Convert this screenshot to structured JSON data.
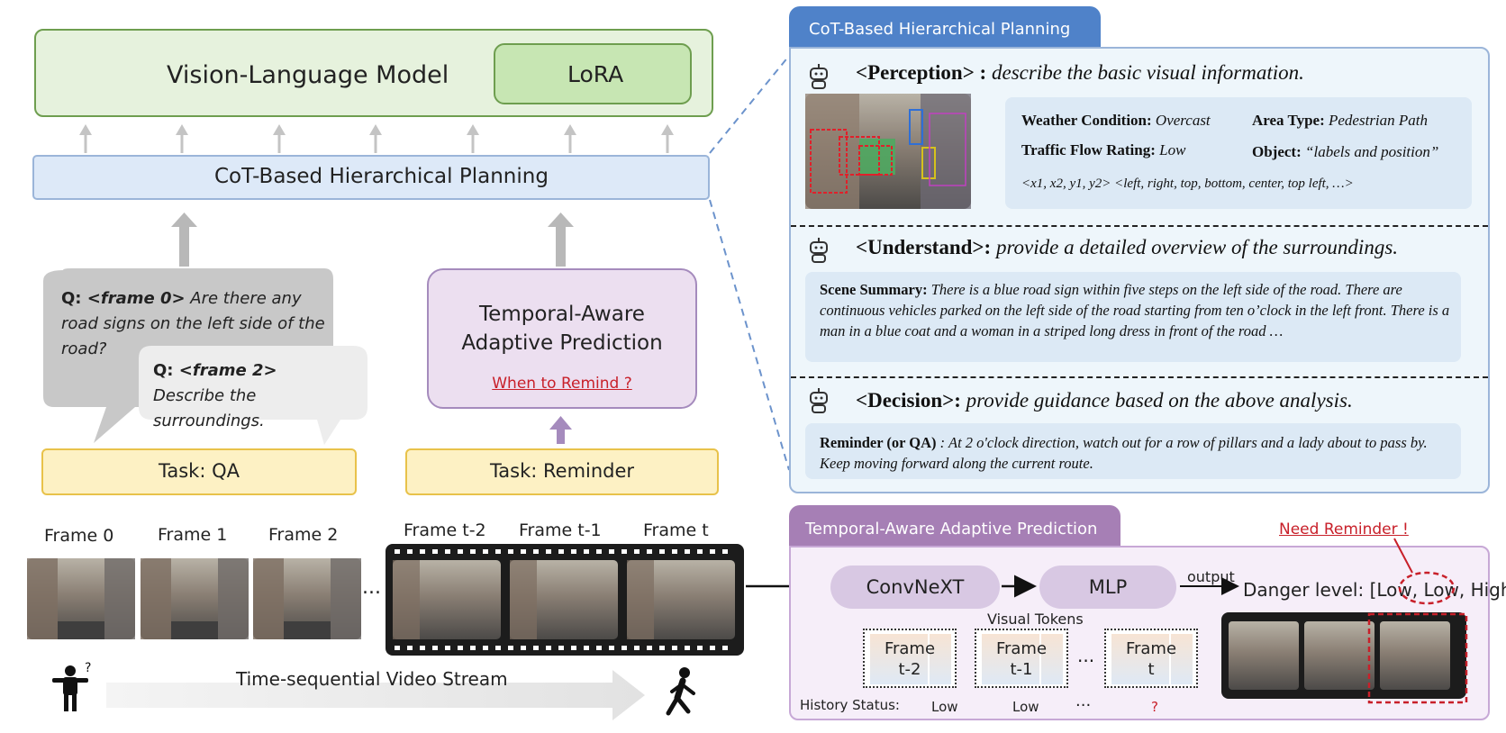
{
  "colors": {
    "vlm_fill": "#e6f2dd",
    "cot_bar_fill": "#dde9f8",
    "task_fill": "#fdf1c4",
    "temporal_fill": "#ecdff0",
    "cot_tab": "#4f82c9",
    "temporal_tab": "#a67fb5",
    "warning_red": "#c8202a"
  },
  "icons": [
    "robot-icon",
    "snowflake-icon",
    "fire-icon",
    "person-question-icon",
    "walking-person-icon",
    "small-robot-icon"
  ],
  "left": {
    "vlm_title": "Vision-Language Model",
    "lora_label": "LoRA",
    "cot_bar_label": "CoT-Based Hierarchical Planning",
    "qa1": {
      "prefix": "Q: ",
      "frame": "<frame 0>",
      "text": " Are there any road signs on the left side of the road?"
    },
    "qa2": {
      "prefix": "Q: ",
      "frame": "<frame 2>",
      "text": " Describe the surroundings."
    },
    "temporal_line1": "Temporal-Aware",
    "temporal_line2": "Adaptive Prediction",
    "temporal_link": "When to Remind ?",
    "task_qa": "Task: QA",
    "task_reminder": "Task: Reminder",
    "frames": [
      "Frame 0",
      "Frame 1",
      "Frame 2"
    ],
    "ellipsis": "...",
    "film_frames": [
      "Frame t-2",
      "Frame t-1",
      "Frame t"
    ],
    "stream_label": "Time-sequential Video Stream",
    "question_mark": "?"
  },
  "cot_panel": {
    "tab_label": "CoT-Based Hierarchical Planning",
    "perception": {
      "tag": "<Perception> :",
      "desc": " describe the basic visual information.",
      "weather_key": "Weather Condition:",
      "weather_val": " Overcast",
      "area_key": "Area Type:",
      "area_val": " Pedestrian Path",
      "traffic_key": "Traffic Flow Rating:",
      "traffic_val": " Low",
      "object_key": "Object:",
      "object_val": " “labels and position”",
      "coords": "<x1, x2, y1, y2> <left, right, top, bottom, center, top left, …>"
    },
    "understand": {
      "tag": "<Understand>:",
      "desc": " provide a detailed overview of the surroundings.",
      "summary_key": "Scene Summary:",
      "summary_val": " There is a blue road sign within five steps on the left side of the road. There are continuous vehicles parked on the left side of the road starting from ten o’clock in the left front. There is a man in a blue coat and a woman in a striped long dress in front of the road …"
    },
    "decision": {
      "tag": "<Decision>:",
      "desc": " provide guidance based on the above analysis.",
      "reminder_key": "Reminder (or QA)",
      "reminder_val": " : At  2 o'clock direction, watch out for a row of pillars and a lady about to pass by. Keep moving forward along the current route."
    }
  },
  "tap_panel": {
    "tab_label": "Temporal-Aware Adaptive Prediction",
    "convnext": "ConvNeXT",
    "mlp": "MLP",
    "output": "output",
    "danger_prefix": "Danger level: [Low, Low, ",
    "danger_high": "High",
    "danger_suffix": "]",
    "need_reminder": "Need Reminder !",
    "visual_tokens": "Visual Tokens",
    "tokens": [
      {
        "line1": "Frame",
        "line2": "t-2"
      },
      {
        "line1": "Frame",
        "line2": "t-1"
      },
      {
        "line1": "Frame",
        "line2": "t"
      }
    ],
    "token_ellipsis": "...",
    "history_label": "History Status:",
    "history": [
      "Low",
      "Low",
      "...",
      "?"
    ]
  }
}
